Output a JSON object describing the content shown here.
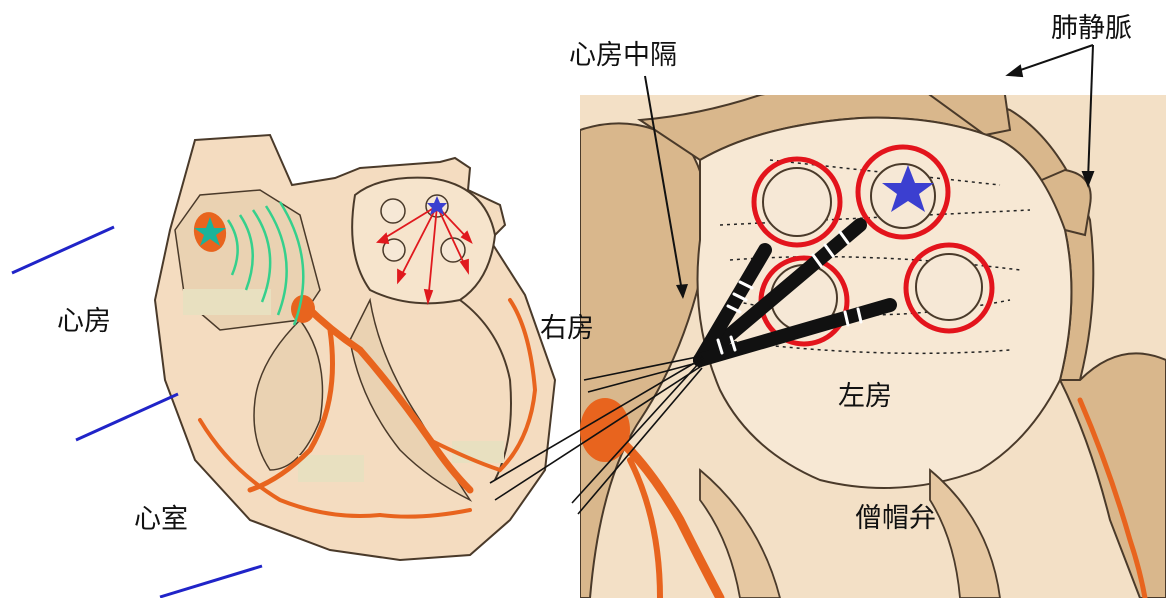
{
  "labels": {
    "atrium": "心房",
    "ventricle": "心室",
    "right_atrium": "右房",
    "left_atrium": "左房",
    "atrial_septum": "心房中隔",
    "pulmonary_veins": "肺静脈",
    "mitral_valve": "僧帽弁"
  },
  "colors": {
    "heart_fill": "#f4dcc0",
    "heart_wall": "#d6b48a",
    "outline": "#4a3a2a",
    "conduction": "#e8641e",
    "circle_red": "#e3141c",
    "star_blue": "#3b3fd0",
    "star_teal": "#19b39a",
    "wave_green": "#35d08c",
    "arrow_red": "#e0191e",
    "pointer_blue": "#2024c8",
    "label_box": "#e8e0c0"
  },
  "icons": {
    "focus_left": "teal-star-icon",
    "focus_right": "blue-star-icon"
  }
}
